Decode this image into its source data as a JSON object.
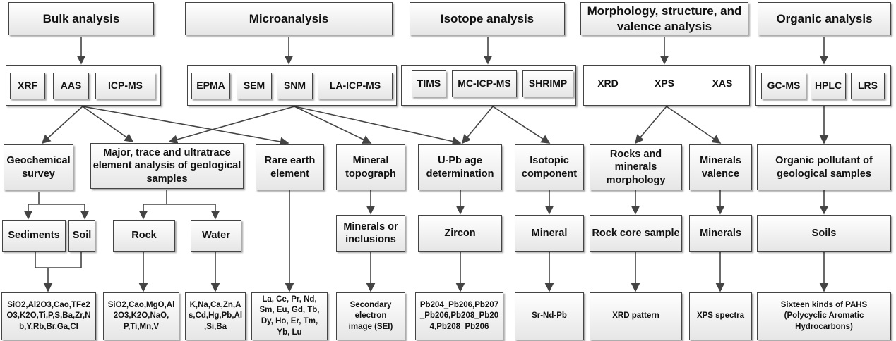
{
  "categories": [
    {
      "title": "Bulk analysis",
      "techniques": [
        "XRF",
        "AAS",
        "ICP-MS"
      ]
    },
    {
      "title": "Microanalysis",
      "techniques": [
        "EPMA",
        "SEM",
        "SNM",
        "LA-ICP-MS"
      ]
    },
    {
      "title": "Isotope analysis",
      "techniques": [
        "TIMS",
        "MC-ICP-MS",
        "SHRIMP"
      ]
    },
    {
      "title": "Morphology, structure, and valence analysis",
      "techniques": [
        "XRD",
        "XPS",
        "XAS"
      ]
    },
    {
      "title": "Organic analysis",
      "techniques": [
        "GC-MS",
        "HPLC",
        "LRS"
      ]
    }
  ],
  "applications": [
    "Geochemical survey",
    "Major, trace and ultratrace element analysis of geological samples",
    "Rare earth element",
    "Mineral topograph",
    "U-Pb age determination",
    "Isotopic component",
    "Rocks and minerals morphology",
    "Minerals valence",
    "Organic pollutant of geological samples"
  ],
  "samples": [
    "Sediments",
    "Soil",
    "Rock",
    "Water",
    "Minerals or inclusions",
    "Zircon",
    "Mineral",
    "Rock core sample",
    "Minerals",
    "Soils"
  ],
  "results": [
    "SiO2,Al2O3,Cao,TFe2O3,K2O,Ti,P,S,Ba,Zr,Nb,Y,Rb,Br,Ga,Cl",
    "SiO2,Cao,MgO,Al2O3,K2O,NaO, P,Ti,Mn,V",
    "K,Na,Ca,Zn,As,Cd,Hg,Pb,Al,Si,Ba",
    "La, Ce, Pr, Nd, Sm, Eu, Gd, Tb, Dy, Ho, Er, Tm, Yb, Lu",
    "Secondary electron image (SEI)",
    "Pb204_Pb206,Pb207_Pb206,Pb208_Pb204,Pb208_Pb206",
    "Sr-Nd-Pb",
    "XRD pattern",
    "XPS spectra",
    "Sixteen kinds of PAHS (Polycyclic Aromatic Hydrocarbons)"
  ]
}
